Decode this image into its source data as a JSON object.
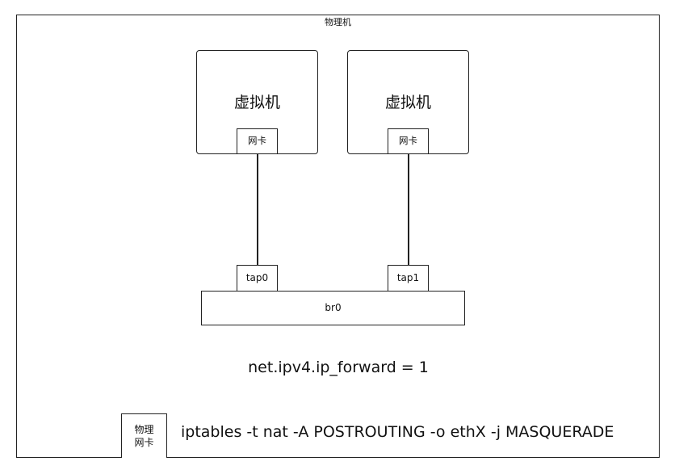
{
  "host": {
    "title": "物理机"
  },
  "vms": [
    {
      "title": "虚拟机",
      "nic_label": "网卡"
    },
    {
      "title": "虚拟机",
      "nic_label": "网卡"
    }
  ],
  "taps": [
    {
      "label": "tap0"
    },
    {
      "label": "tap1"
    }
  ],
  "bridge": {
    "label": "br0"
  },
  "forwarding": {
    "text": "net.ipv4.ip_forward = 1"
  },
  "physical_nic": {
    "line1": "物理",
    "line2": "网卡"
  },
  "iptables": {
    "command": "iptables -t nat -A POSTROUTING -o ethX -j MASQUERADE"
  }
}
